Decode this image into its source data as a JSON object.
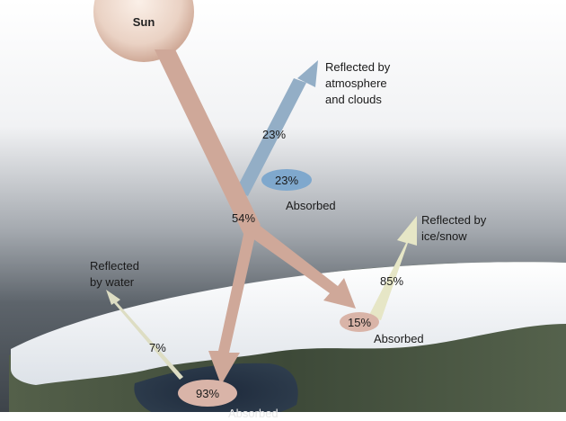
{
  "sun": {
    "label": "Sun"
  },
  "atmosphere": {
    "reflected_label": [
      "Reflected by",
      "atmosphere",
      "and clouds"
    ],
    "reflected_pct": "23%",
    "absorbed_pct": "23%",
    "absorbed_label": "Absorbed"
  },
  "surface": {
    "transmitted_pct": "54%"
  },
  "ice": {
    "reflected_label": [
      "Reflected by",
      "ice/snow"
    ],
    "reflected_pct": "85%",
    "absorbed_pct": "15%",
    "absorbed_label": "Absorbed"
  },
  "water": {
    "reflected_label": [
      "Reflected",
      "by water"
    ],
    "reflected_pct": "7%",
    "absorbed_pct": "93%",
    "absorbed_label": "Absorbed"
  },
  "colors": {
    "solar_arrow": "#cfa899",
    "atmosphere_arrow": "#93aec6",
    "ice_arrow": "#e6e6c6",
    "water_arrow": "#ddddc3",
    "absorbed_ellipse_atmosphere": "#7fa8cd",
    "absorbed_ellipse_surface": "#d9b4a8"
  }
}
